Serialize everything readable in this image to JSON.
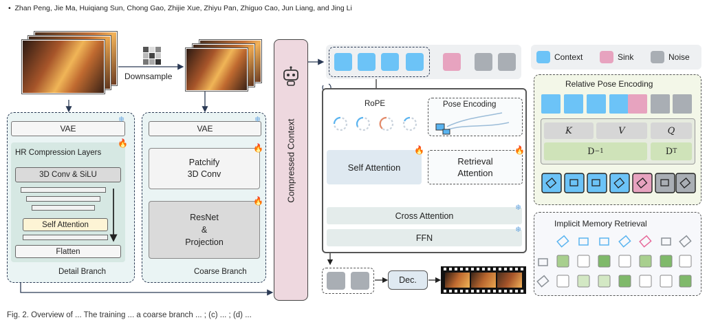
{
  "header": {
    "authors": "Zhan Peng, Jie Ma, Huiqiang Sun, Chong Gao, Zhijie Xue, Zhiyu Pan, Zhiguo Cao, Jun Liang, and Jing Li"
  },
  "left": {
    "downsample": "Downsample",
    "detail_branch": {
      "vae": "VAE",
      "hr_title": "HR Compression Layers",
      "conv": "3D Conv & SiLU",
      "self_attention": "Self Attention",
      "flatten": "Flatten",
      "caption": "Detail Branch"
    },
    "coarse_branch": {
      "vae": "VAE",
      "patchify_line1": "Patchify",
      "patchify_line2": "3D Conv",
      "resnet_line1": "ResNet",
      "resnet_line2": "&",
      "resnet_line3": "Projection",
      "caption": "Coarse Branch"
    },
    "compressed_context": "Compressed Context"
  },
  "center": {
    "rope": "RoPE",
    "pose_encoding": "Pose Encoding",
    "self_attention": "Self Attention",
    "retrieval_line1": "Retrieval",
    "retrieval_line2": "Attention",
    "cross_attention": "Cross Attention",
    "ffn": "FFN",
    "dec": "Dec."
  },
  "legend": {
    "context": "Context",
    "sink": "Sink",
    "noise": "Noise",
    "colors": {
      "context": "#6cc3f7",
      "sink": "#e7a3bf",
      "noise": "#a9aeb4"
    }
  },
  "right": {
    "rpe_title": "Relative Pose Encoding",
    "k": "K",
    "v": "V",
    "q": "Q",
    "d_inv": "D",
    "d_inv_sup": "−1",
    "d_t": "D",
    "d_t_sup": "T",
    "imr_title": "Implicit Memory Retrieval"
  },
  "caption_partial": "Fig. 2. Overview of ... The training ... a coarse branch ... ; (c) ... ; (d) ..."
}
